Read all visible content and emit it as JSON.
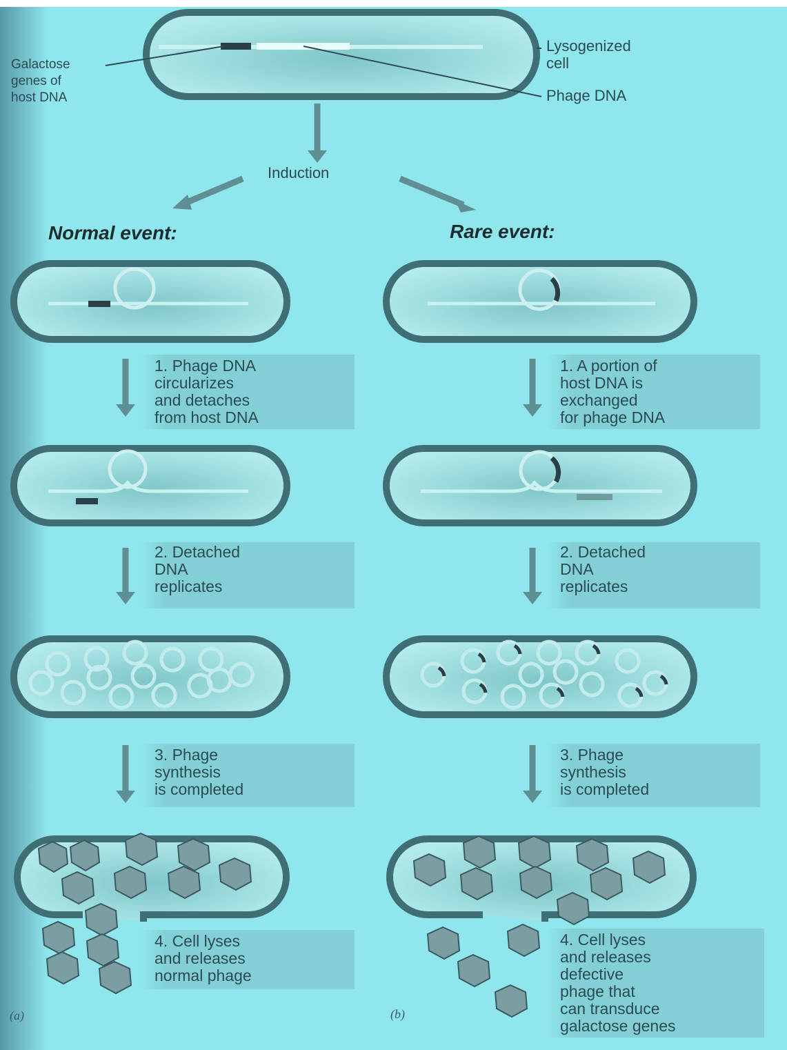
{
  "top": {
    "galactose_label": "Galactose\ngenes of\nhost DNA",
    "lysogenized_label": "Lysogenized\ncell",
    "phage_dna_label": "Phage DNA",
    "induction_label": "Induction"
  },
  "left": {
    "heading": "Normal event:",
    "step1": "1. Phage DNA\n    circularizes\n    and detaches\n    from host DNA",
    "step2": "2. Detached\n    DNA\n    replicates",
    "step3": "3. Phage\n    synthesis\n    is completed",
    "step4": "4. Cell lyses\n    and releases\n    normal phage",
    "panel_label": "(a)"
  },
  "right": {
    "heading": "Rare event:",
    "step1": "1. A portion of\n    host DNA is\n    exchanged\n    for phage DNA",
    "step2": "2. Detached\n    DNA\n    replicates",
    "step3": "3. Phage\n    synthesis\n    is completed",
    "step4": "4. Cell lyses\n    and releases\n    defective\n    phage that\n    can transduce\n    galactose genes",
    "panel_label": "(b)"
  },
  "colors": {
    "background": "#8fe6ec",
    "cell_wall": "#3f6f74",
    "cell_inner": "#a9e4e6",
    "galactose_gene": "#2a4046",
    "arrow": "#5f8f93"
  }
}
